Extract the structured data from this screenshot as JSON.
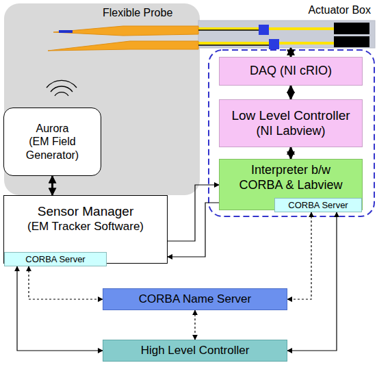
{
  "diagram": {
    "nodes": [
      {
        "text": [
          "Actuator Box"
        ]
      },
      {
        "text": [
          "Aurora",
          "(EM Field Generator)"
        ]
      },
      {
        "text": [
          "DAQ (NI cRIO)"
        ]
      },
      {
        "text": [
          "Low Level Controller",
          "(NI Labview)"
        ]
      },
      {
        "text": [
          "Interpreter b/w CORBA & Labview"
        ]
      },
      {
        "text": [
          "CORBA Server"
        ],
        "in": 4
      },
      {
        "text": [
          "Sensor Manager",
          "(EM Tracker Software)"
        ]
      },
      {
        "text": [
          "CORBA Server"
        ],
        "in": 6
      },
      {
        "text": [
          "CORBA Name Server"
        ]
      },
      {
        "text": [
          "High Level Controller"
        ]
      }
    ],
    "edges": [
      {
        "from": 0,
        "to": 2,
        "arrow": "both"
      },
      {
        "from": 2,
        "to": 3,
        "arrow": "both"
      },
      {
        "from": 3,
        "to": 4,
        "arrow": "both"
      },
      {
        "from": 1,
        "to": 6,
        "arrow": "both"
      },
      {
        "from": 6,
        "to": 4,
        "arrow": "to"
      },
      {
        "from": 4,
        "to": 6,
        "arrow": "to"
      },
      {
        "from": 7,
        "to": 8,
        "arrow": "both"
      },
      {
        "from": 7,
        "to": 9,
        "arrow": "both"
      },
      {
        "from": 5,
        "to": 8,
        "arrow": "both"
      },
      {
        "from": 5,
        "to": 9,
        "arrow": "both"
      },
      {
        "from": 8,
        "to": 9,
        "arrow": "both"
      }
    ],
    "labels": [
      "Flexible Probe"
    ]
  }
}
